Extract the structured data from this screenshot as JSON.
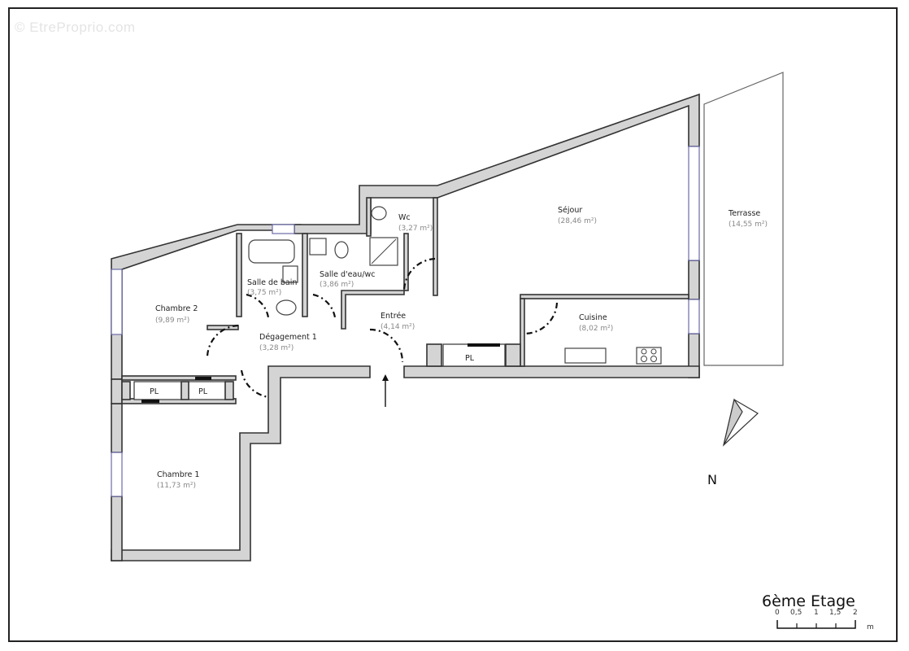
{
  "watermark": "© EtreProprio.com",
  "floor": {
    "title": "6ème Etage",
    "scale": {
      "ticks": [
        "0",
        "0,5",
        "1",
        "1,5",
        "2"
      ],
      "unit": "m"
    },
    "north_label": "N"
  },
  "rooms": [
    {
      "name": "Chambre 2",
      "area": "(9,89 m²)"
    },
    {
      "name": "Salle de bain",
      "area": "(3,75 m²)"
    },
    {
      "name": "Salle d'eau/wc",
      "area": "(3,86 m²)"
    },
    {
      "name": "Wc",
      "area": "(3,27 m²)"
    },
    {
      "name": "Séjour",
      "area": "(28,46 m²)"
    },
    {
      "name": "Terrasse",
      "area": "(14,55 m²)"
    },
    {
      "name": "Dégagement 1",
      "area": "(3,28 m²)"
    },
    {
      "name": "Entrée",
      "area": "(4,14 m²)"
    },
    {
      "name": "Cuisine",
      "area": "(8,02 m²)"
    },
    {
      "name": "Chambre 1",
      "area": "(11,73 m²)"
    }
  ],
  "closets": [
    "PL",
    "PL",
    "PL"
  ],
  "colors": {
    "wall_fill": "#d4d4d4",
    "wall_stroke": "#333333",
    "window": "#6a6aa8",
    "area_text": "#888888"
  }
}
